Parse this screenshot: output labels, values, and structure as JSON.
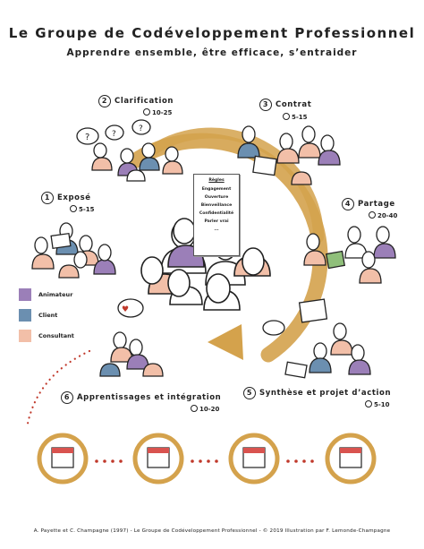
{
  "header": {
    "title": "Le Groupe de Codéveloppement Professionnel",
    "subtitle": "Apprendre ensemble, être efficace, s’entraider"
  },
  "steps": [
    {
      "num": "1",
      "label": "Exposé",
      "duration": "5-15"
    },
    {
      "num": "2",
      "label": "Clarification",
      "duration": "10-25"
    },
    {
      "num": "3",
      "label": "Contrat",
      "duration": "5-15"
    },
    {
      "num": "4",
      "label": "Partage",
      "duration": "20-40"
    },
    {
      "num": "5",
      "label": "Synthèse et projet d’action",
      "duration": "5-10"
    },
    {
      "num": "6",
      "label": "Apprentissages et intégration",
      "duration": "10-20"
    }
  ],
  "rules": {
    "title": "Règles",
    "items": [
      "Engagement",
      "Ouverture",
      "Bienveillance",
      "Confidentialité",
      "Parler vrai",
      "..."
    ]
  },
  "legend": [
    {
      "label": "Animateur",
      "color": "#9b7fb8"
    },
    {
      "label": "Client",
      "color": "#6b8fb0"
    },
    {
      "label": "Consultant",
      "color": "#f2bfa8"
    }
  ],
  "colors": {
    "arrow": "#d4a24c",
    "dots": "#c0392b",
    "calendar": "#d9534f"
  },
  "footer": "A. Payette et C. Champagne (1997) - Le Groupe de Codéveloppement Professionnel - © 2019 Illustration par F. Lemonde-Champagne"
}
